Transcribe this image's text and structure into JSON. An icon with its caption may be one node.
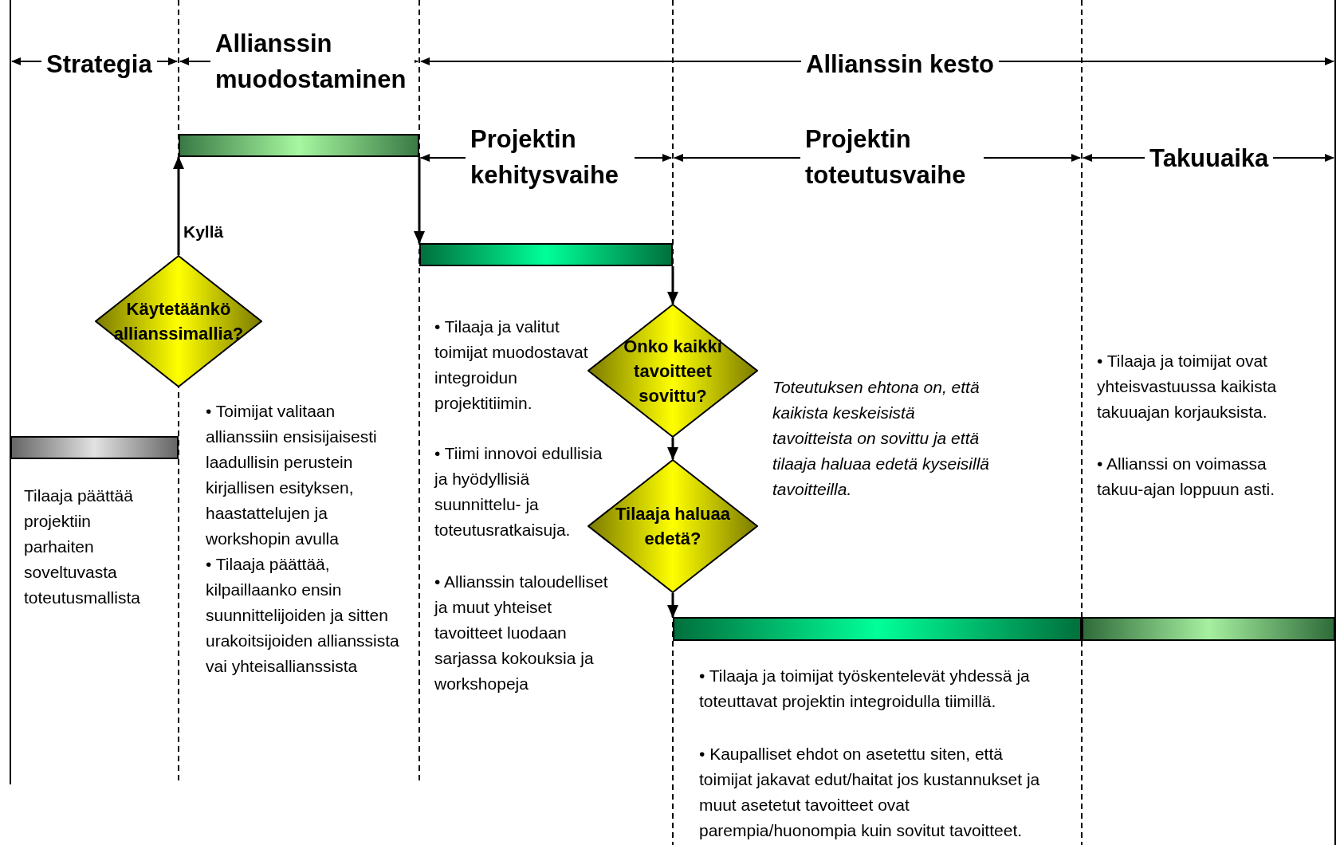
{
  "diagram": {
    "nodes": [
      {
        "text": [],
        "shape": "bar"
      },
      {
        "text": [],
        "shape": "bar"
      },
      {
        "text": [
          "Käytetäänkö allianssimallia?"
        ]
      },
      {
        "text": [
          "Onko kaikki tavoitteet sovittu?"
        ]
      },
      {
        "text": [],
        "shape": "bar"
      },
      {
        "text": [
          "Tilaaja haluaa edetä?"
        ]
      },
      {
        "text": [],
        "shape": "bar"
      },
      {
        "text": [],
        "shape": "bar"
      }
    ],
    "edges": [
      {
        "from": 2,
        "to": 0,
        "arrow": "to",
        "label": "Kyllä"
      },
      {
        "from": 0,
        "to": 1,
        "arrow": "to"
      },
      {
        "from": 1,
        "to": 3,
        "arrow": "to"
      },
      {
        "from": 3,
        "to": 5,
        "arrow": "to"
      },
      {
        "from": 5,
        "to": 6,
        "arrow": "to"
      }
    ],
    "labels": [
      "Strategia",
      "Allianssin muodostaminen",
      "Allianssin kesto",
      "Projektin kehitysvaihe",
      "Projektin toteutusvaihe",
      "Takuuaika",
      "• Toimijat valitaan allianssiin ensisijaisesti laadullisin perustein kirjallisen esityksen, haastattelujen ja workshopin avulla",
      "• Tilaaja päättää, kilpaillaanko ensin suunnittelijoiden ja sitten urakoitsijoiden allianssista vai yhteisallianssista",
      "Tilaaja päättää projektiin parhaiten soveltuvasta toteutusmallista",
      "• Tilaaja ja valitut toimijat muodostavat integroidun projektitiimin.",
      "• Tiimi innovoi edullisia ja hyödyllisiä suunnittelu- ja toteutusratkaisuja.",
      "• Allianssin taloudelliset ja muut yhteiset tavoitteet luodaan sarjassa kokouksia ja workshopeja",
      "Toteutuksen ehtona on, että kaikista keskeisistä tavoitteista on sovittu ja että tilaaja haluaa edetä kyseisillä tavoitteilla.",
      "• Tilaaja ja toimijat ovat yhteisvastuussa kaikista takuuajan korjauksista.",
      "• Allianssi on voimassa takuu-ajan loppuun asti.",
      "• Tilaaja ja toimijat työskentelevät yhdessä ja toteuttavat projektin integroidulla tiimillä.",
      "• Kaupalliset ehdot on asetettu siten, että toimijat jakavat edut/haitat jos kustannukset ja muut asetetut tavoitteet ovat parempia/huonompia kuin sovitut tavoitteet."
    ]
  }
}
